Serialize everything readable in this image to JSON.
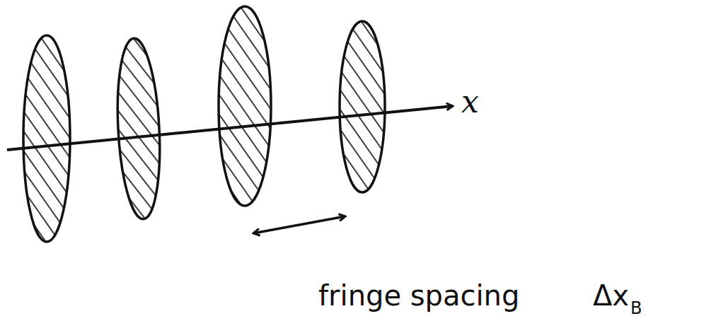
{
  "diagram": {
    "labels": [
      "x",
      "fringe spacing",
      "Δx",
      "B"
    ]
  }
}
